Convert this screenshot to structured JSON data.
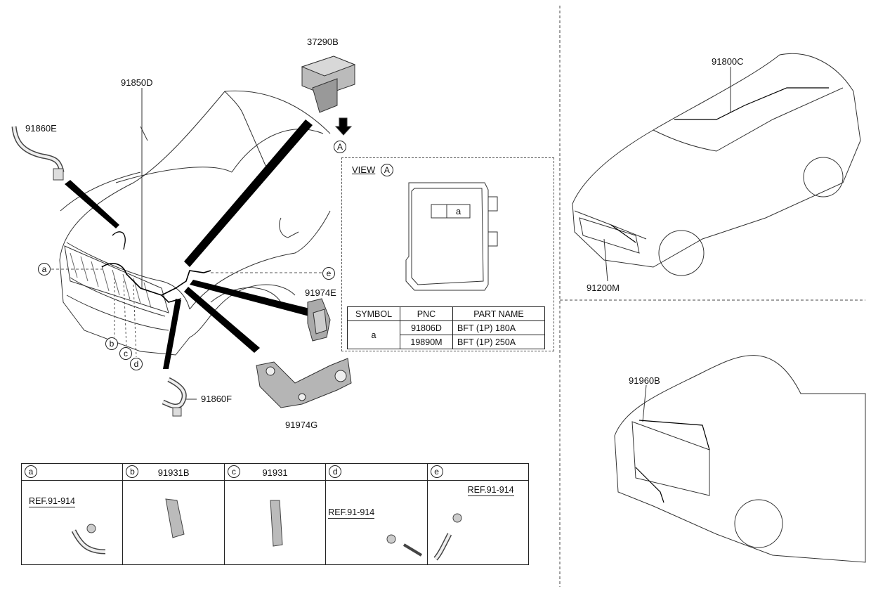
{
  "callouts": {
    "p37290B": "37290B",
    "p91850D": "91850D",
    "p91860E": "91860E",
    "p91860F": "91860F",
    "p91974E": "91974E",
    "p91974G": "91974G",
    "p91800C": "91800C",
    "p91200M": "91200M",
    "p91960B": "91960B"
  },
  "markers": {
    "view_a": "A",
    "a": "a",
    "b": "b",
    "c": "c",
    "d": "d",
    "e": "e"
  },
  "view": {
    "title": "VIEW",
    "marker": "A",
    "fuse_label": "a"
  },
  "parts_table": {
    "headers": [
      "SYMBOL",
      "PNC",
      "PART NAME"
    ],
    "symbol": "a",
    "rows": [
      {
        "pnc": "91806D",
        "name": "BFT (1P) 180A"
      },
      {
        "pnc": "19890M",
        "name": "BFT (1P) 250A"
      }
    ]
  },
  "details": [
    {
      "letter": "a",
      "part": "",
      "ref": "REF.91-914"
    },
    {
      "letter": "b",
      "part": "91931B",
      "ref": ""
    },
    {
      "letter": "c",
      "part": "91931",
      "ref": ""
    },
    {
      "letter": "d",
      "part": "",
      "ref": "REF.91-914"
    },
    {
      "letter": "e",
      "part": "",
      "ref": "REF.91-914"
    }
  ]
}
